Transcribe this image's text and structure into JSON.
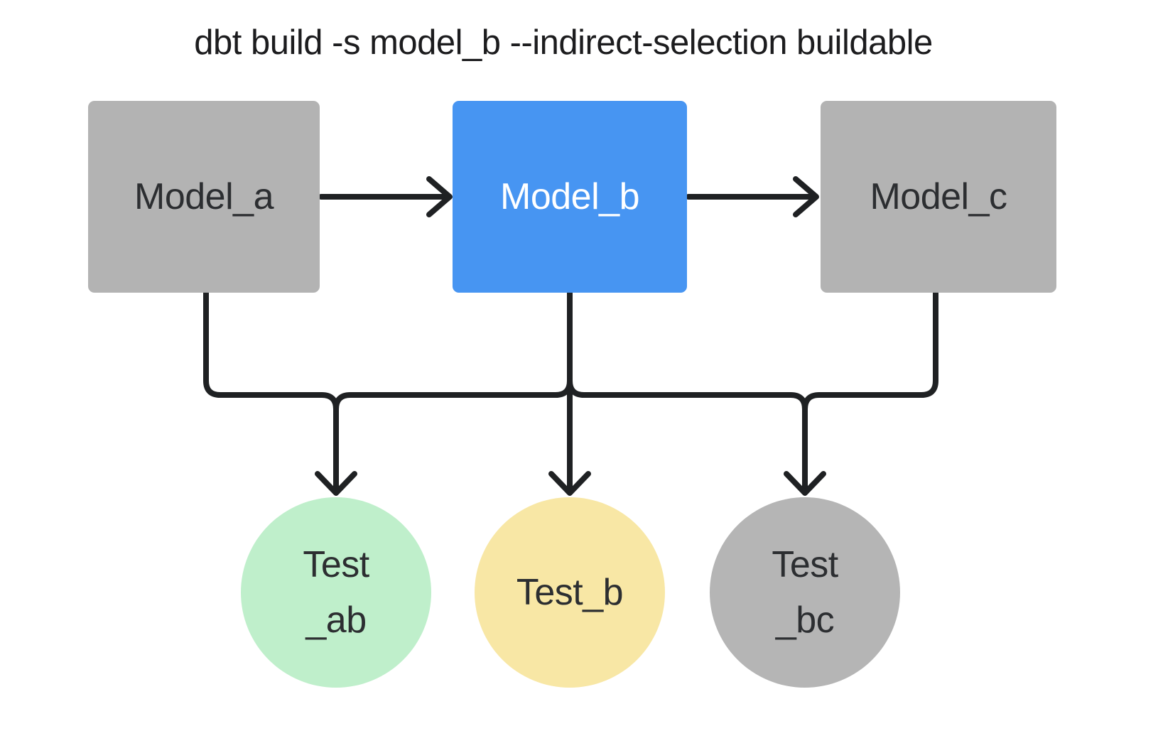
{
  "title": "dbt build -s model_b --indirect-selection buildable",
  "nodes": {
    "model_a": {
      "label": "Model_a",
      "type": "model",
      "fill": "#b3b3b3",
      "selected": false
    },
    "model_b": {
      "label": "Model_b",
      "type": "model",
      "fill": "#4795f2",
      "selected": true
    },
    "model_c": {
      "label": "Model_c",
      "type": "model",
      "fill": "#b3b3b3",
      "selected": false
    },
    "test_ab": {
      "lines": [
        "Test",
        "_ab"
      ],
      "type": "test",
      "fill": "#bfefcb"
    },
    "test_b": {
      "lines": [
        "Test_b"
      ],
      "type": "test",
      "fill": "#f8e7a5"
    },
    "test_bc": {
      "lines": [
        "Test",
        "_bc"
      ],
      "type": "test",
      "fill": "#b5b5b5"
    }
  },
  "edges": [
    {
      "from": "model_a",
      "to": "model_b"
    },
    {
      "from": "model_b",
      "to": "model_c"
    },
    {
      "from": "model_a",
      "to": "test_ab"
    },
    {
      "from": "model_b",
      "to": "test_ab"
    },
    {
      "from": "model_b",
      "to": "test_b"
    },
    {
      "from": "model_b",
      "to": "test_bc"
    },
    {
      "from": "model_c",
      "to": "test_bc"
    }
  ],
  "colors": {
    "background": "#ffffff",
    "edge": "#1f2123",
    "model_gray": "#b3b3b3",
    "model_selected_blue": "#4795f2",
    "test_green": "#bfefcb",
    "test_yellow": "#f8e7a5",
    "test_gray": "#b5b5b5",
    "label_dark": "#2c2e31",
    "label_light": "#ffffff"
  }
}
